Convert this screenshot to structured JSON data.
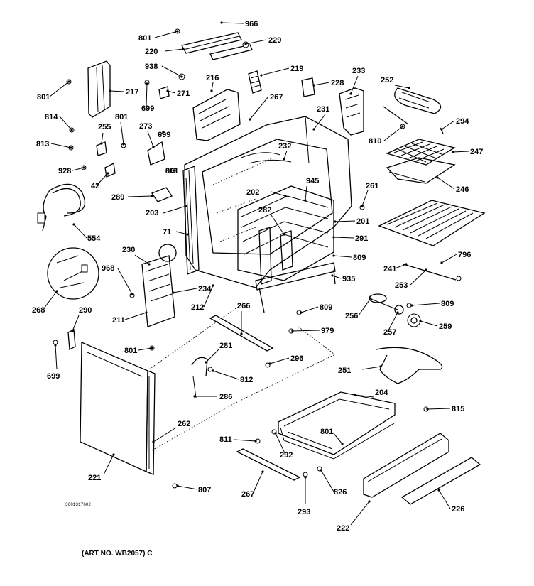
{
  "diagram": {
    "title": "",
    "art_number": "(ART NO. WB2057) C",
    "drawing_code": "3601317602",
    "parts": [
      {
        "id": "p966",
        "label": "966"
      },
      {
        "id": "p801a",
        "label": "801"
      },
      {
        "id": "p229",
        "label": "229"
      },
      {
        "id": "p220",
        "label": "220"
      },
      {
        "id": "p938",
        "label": "938"
      },
      {
        "id": "p216",
        "label": "216"
      },
      {
        "id": "p219",
        "label": "219"
      },
      {
        "id": "p801b",
        "label": "801"
      },
      {
        "id": "p217",
        "label": "217"
      },
      {
        "id": "p271",
        "label": "271"
      },
      {
        "id": "p699a",
        "label": "699"
      },
      {
        "id": "p267a",
        "label": "267"
      },
      {
        "id": "p228",
        "label": "228"
      },
      {
        "id": "p233",
        "label": "233"
      },
      {
        "id": "p252",
        "label": "252"
      },
      {
        "id": "p231",
        "label": "231"
      },
      {
        "id": "p814",
        "label": "814"
      },
      {
        "id": "p255",
        "label": "255"
      },
      {
        "id": "p801c",
        "label": "801"
      },
      {
        "id": "p273",
        "label": "273"
      },
      {
        "id": "p699b",
        "label": "699"
      },
      {
        "id": "p294",
        "label": "294"
      },
      {
        "id": "p813",
        "label": "813"
      },
      {
        "id": "p810",
        "label": "810"
      },
      {
        "id": "p928",
        "label": "928"
      },
      {
        "id": "p232",
        "label": "232"
      },
      {
        "id": "p247",
        "label": "247"
      },
      {
        "id": "p801d",
        "label": "801"
      },
      {
        "id": "p42",
        "label": "42"
      },
      {
        "id": "p246",
        "label": "246"
      },
      {
        "id": "p945",
        "label": "945"
      },
      {
        "id": "p261",
        "label": "261"
      },
      {
        "id": "p289",
        "label": "289"
      },
      {
        "id": "p202",
        "label": "202"
      },
      {
        "id": "p282",
        "label": "282"
      },
      {
        "id": "p203",
        "label": "203"
      },
      {
        "id": "p201",
        "label": "201"
      },
      {
        "id": "p554",
        "label": "554"
      },
      {
        "id": "p71",
        "label": "71"
      },
      {
        "id": "p291",
        "label": "291"
      },
      {
        "id": "p796",
        "label": "796"
      },
      {
        "id": "p230",
        "label": "230"
      },
      {
        "id": "p809a",
        "label": "809"
      },
      {
        "id": "p241",
        "label": "241"
      },
      {
        "id": "p968",
        "label": "968"
      },
      {
        "id": "p935",
        "label": "935"
      },
      {
        "id": "p253",
        "label": "253"
      },
      {
        "id": "p234",
        "label": "234"
      },
      {
        "id": "p268",
        "label": "268"
      },
      {
        "id": "p212",
        "label": "212"
      },
      {
        "id": "p266",
        "label": "266"
      },
      {
        "id": "p809b",
        "label": "809"
      },
      {
        "id": "p809c",
        "label": "809"
      },
      {
        "id": "p211",
        "label": "211"
      },
      {
        "id": "p290",
        "label": "290"
      },
      {
        "id": "p256",
        "label": "256"
      },
      {
        "id": "p979",
        "label": "979"
      },
      {
        "id": "p257",
        "label": "257"
      },
      {
        "id": "p259",
        "label": "259"
      },
      {
        "id": "p801e",
        "label": "801"
      },
      {
        "id": "p281",
        "label": "281"
      },
      {
        "id": "p699c",
        "label": "699"
      },
      {
        "id": "p296",
        "label": "296"
      },
      {
        "id": "p812",
        "label": "812"
      },
      {
        "id": "p251",
        "label": "251"
      },
      {
        "id": "p286",
        "label": "286"
      },
      {
        "id": "p204",
        "label": "204"
      },
      {
        "id": "p815",
        "label": "815"
      },
      {
        "id": "p262",
        "label": "262"
      },
      {
        "id": "p811",
        "label": "811"
      },
      {
        "id": "p801f",
        "label": "801"
      },
      {
        "id": "p292",
        "label": "292"
      },
      {
        "id": "p221",
        "label": "221"
      },
      {
        "id": "p267b",
        "label": "267"
      },
      {
        "id": "p826",
        "label": "826"
      },
      {
        "id": "p807",
        "label": "807"
      },
      {
        "id": "p226",
        "label": "226"
      },
      {
        "id": "p293",
        "label": "293"
      },
      {
        "id": "p222",
        "label": "222"
      }
    ]
  }
}
